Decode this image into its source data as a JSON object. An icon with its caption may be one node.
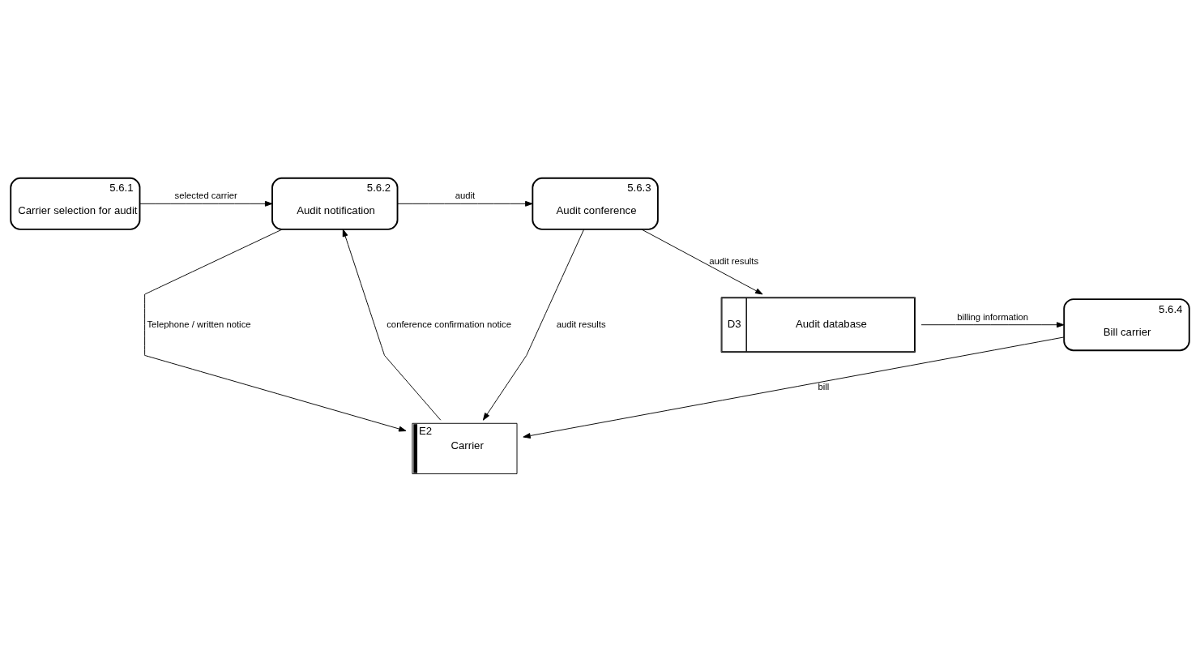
{
  "diagram": {
    "nodes": [
      {
        "text": [
          "5.6.1",
          "Carrier selection for audit"
        ]
      },
      {
        "text": [
          "5.6.2",
          "Audit notification"
        ]
      },
      {
        "text": [
          "5.6.3",
          "Audit conference"
        ]
      },
      {
        "text": [
          "E2",
          "Carrier"
        ]
      },
      {
        "text": [
          "5.6.4",
          "Bill carrier"
        ]
      },
      {
        "text": [
          "D3",
          "Audit database"
        ]
      }
    ],
    "edges": [
      {
        "from": 0,
        "to": 1,
        "arrow": "to",
        "label": "selected carrier"
      },
      {
        "from": 1,
        "to": 2,
        "arrow": "to",
        "label": "audit"
      },
      {
        "from": 1,
        "to": 3,
        "arrow": "to",
        "label": "Telephone / written notice"
      },
      {
        "from": 3,
        "to": 1,
        "arrow": "to",
        "label": "conference confirmation notice"
      },
      {
        "from": 2,
        "to": 3,
        "arrow": "to",
        "label": "audit results"
      },
      {
        "from": 2,
        "to": 5,
        "arrow": "to",
        "label": "audit results"
      },
      {
        "from": 5,
        "to": 4,
        "arrow": "to",
        "label": "billing information"
      },
      {
        "from": 4,
        "to": 3,
        "arrow": "to",
        "label": "bill"
      }
    ]
  }
}
